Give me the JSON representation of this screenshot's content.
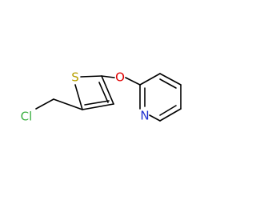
{
  "molecule": {
    "atoms": {
      "chlorine": {
        "symbol": "Cl",
        "color": "#3cb043"
      },
      "sulfur": {
        "symbol": "S",
        "color": "#b8a000"
      },
      "oxygen": {
        "symbol": "O",
        "color": "#e00000"
      },
      "nitrogen": {
        "symbol": "N",
        "color": "#2030d0"
      }
    },
    "bond_color": "#000000"
  }
}
